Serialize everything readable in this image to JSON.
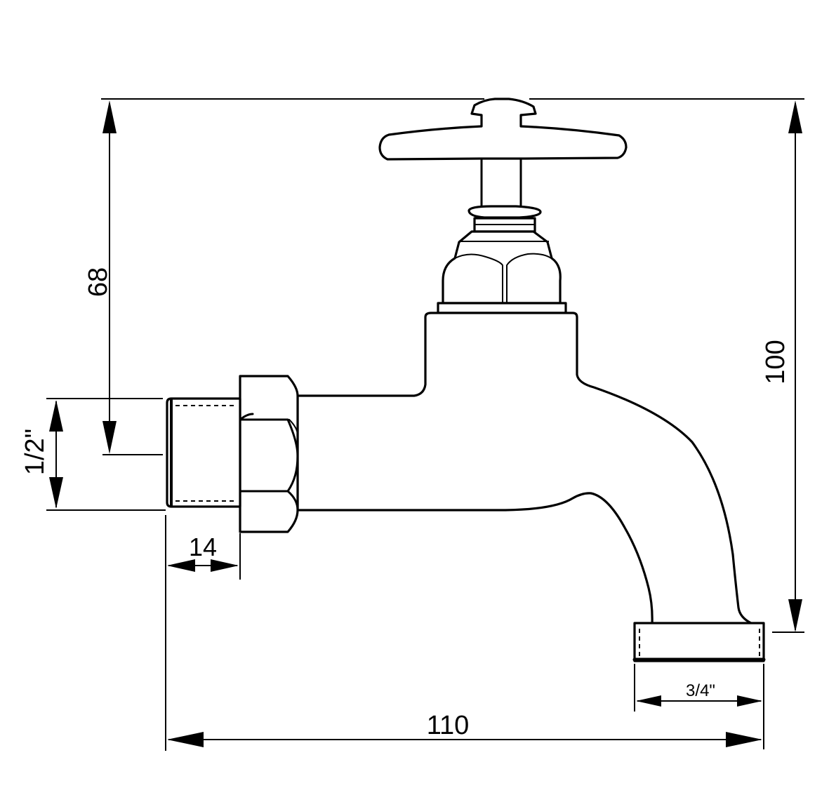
{
  "dimensions": {
    "height_to_inlet": "68",
    "total_height": "100",
    "inlet_thread": "1/2\"",
    "thread_length": "14",
    "total_length": "110",
    "outlet_thread": "3/4\""
  }
}
